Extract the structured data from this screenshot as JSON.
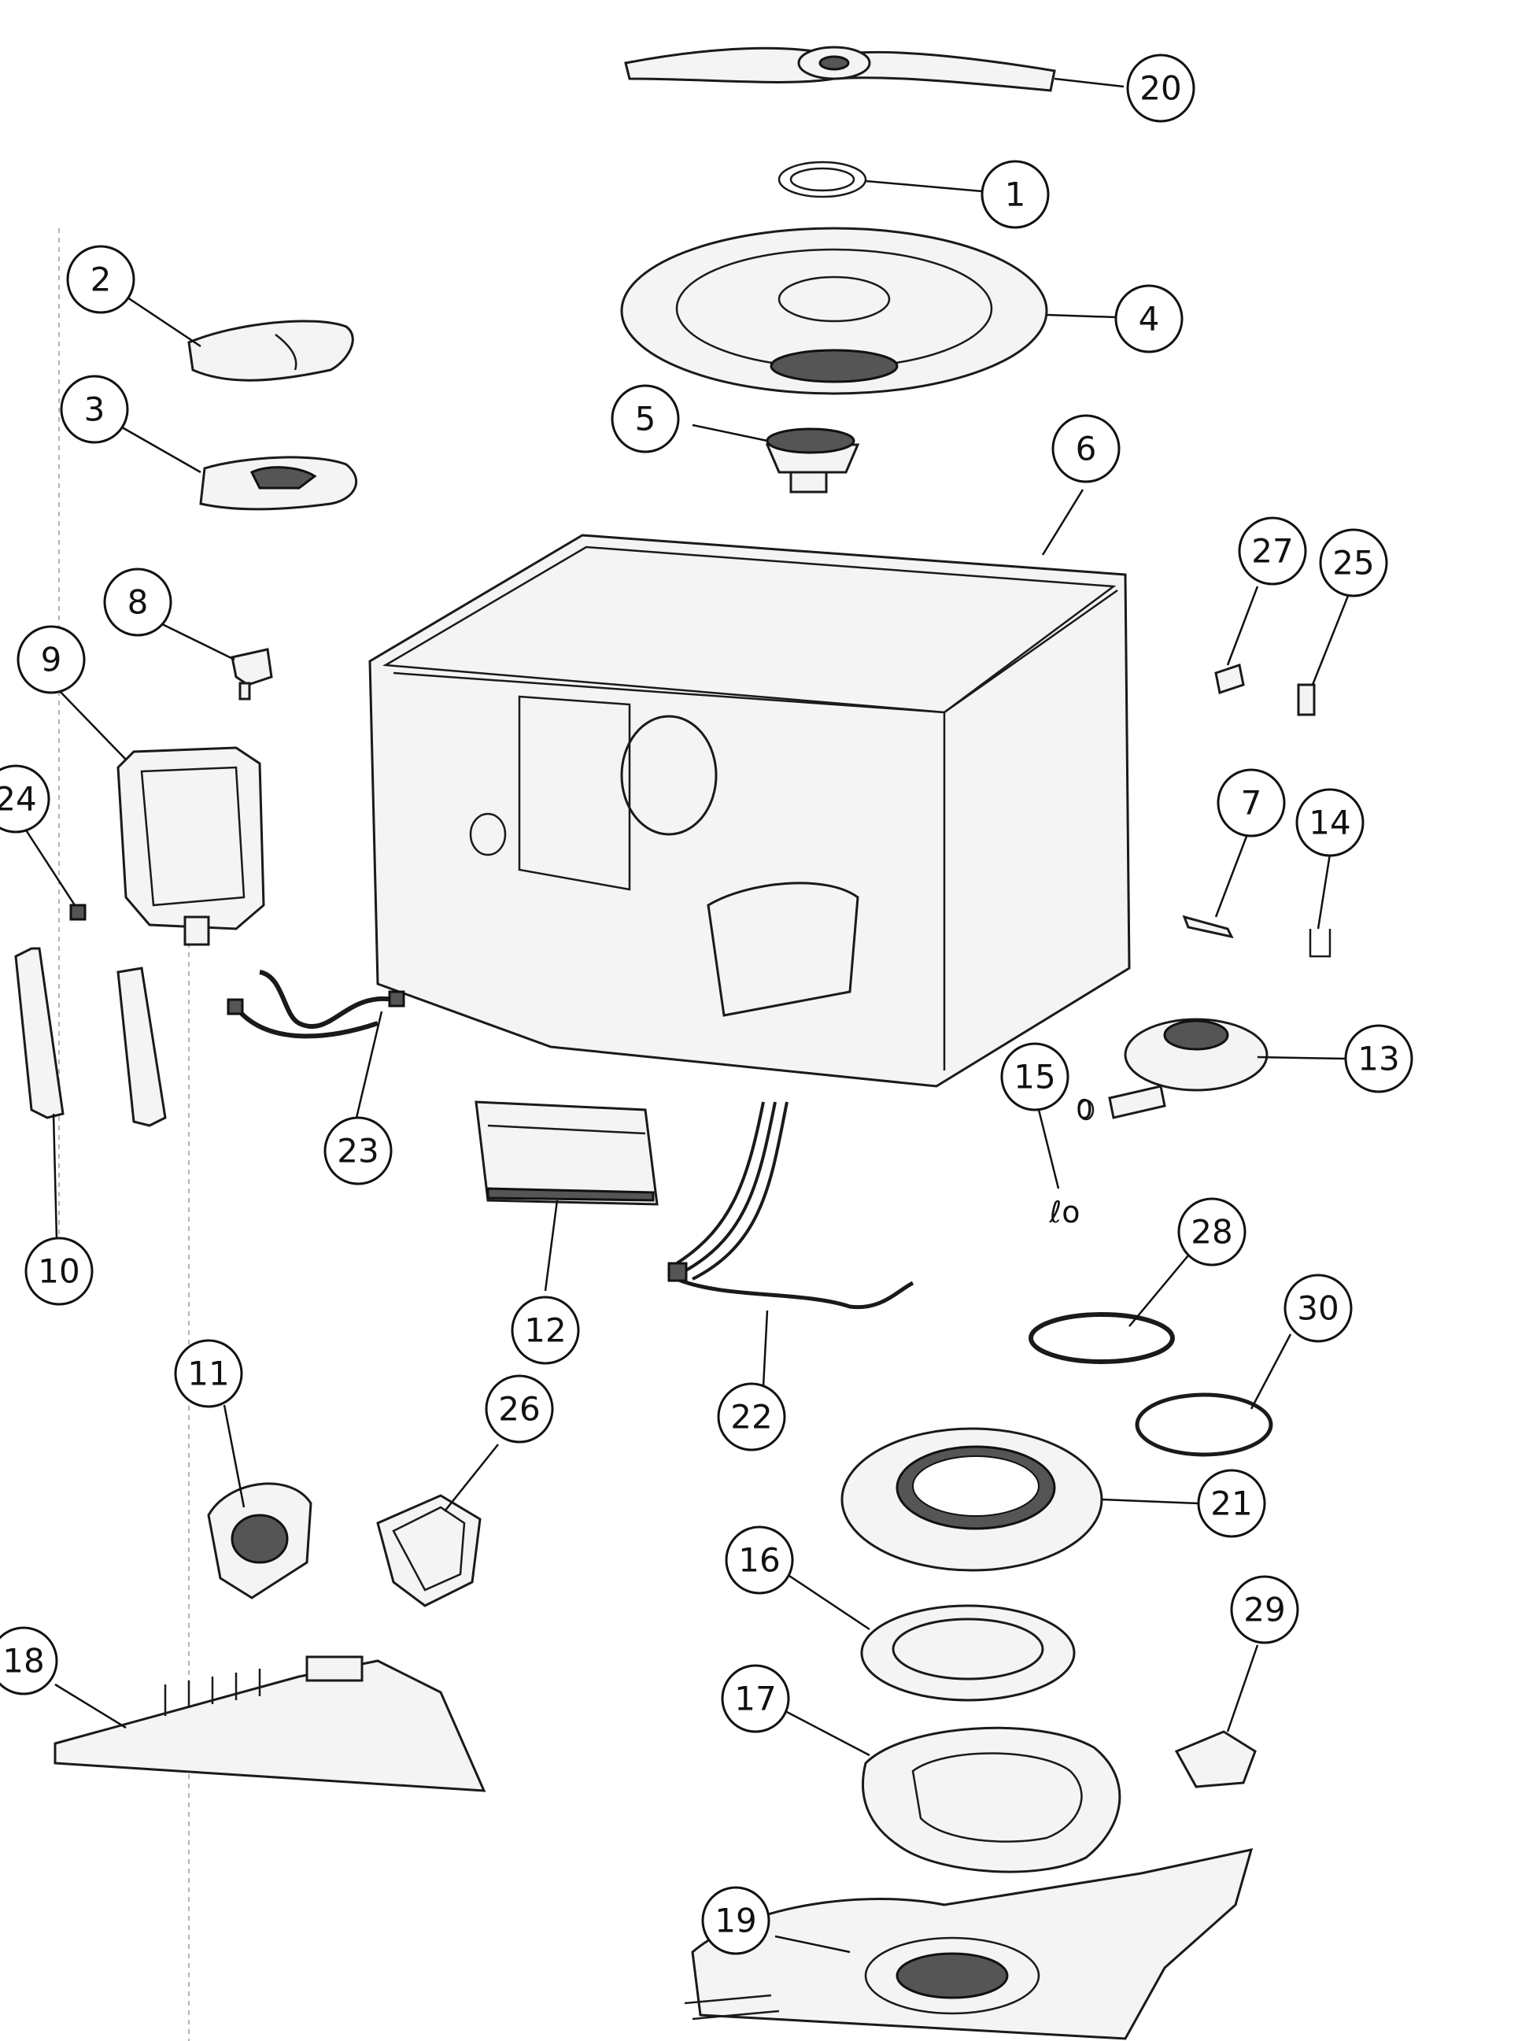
{
  "callouts": [
    {
      "id": "c20",
      "label": "20"
    },
    {
      "id": "c1",
      "label": "1"
    },
    {
      "id": "c2",
      "label": "2"
    },
    {
      "id": "c4",
      "label": "4"
    },
    {
      "id": "c3",
      "label": "3"
    },
    {
      "id": "c5",
      "label": "5"
    },
    {
      "id": "c6",
      "label": "6"
    },
    {
      "id": "c27",
      "label": "27"
    },
    {
      "id": "c25",
      "label": "25"
    },
    {
      "id": "c8",
      "label": "8"
    },
    {
      "id": "c9",
      "label": "9"
    },
    {
      "id": "c7",
      "label": "7"
    },
    {
      "id": "c14",
      "label": "14"
    },
    {
      "id": "c24",
      "label": "24"
    },
    {
      "id": "c13",
      "label": "13"
    },
    {
      "id": "c15",
      "label": "15"
    },
    {
      "id": "c23",
      "label": "23"
    },
    {
      "id": "c28",
      "label": "28"
    },
    {
      "id": "c10",
      "label": "10"
    },
    {
      "id": "c30",
      "label": "30"
    },
    {
      "id": "c12",
      "label": "12"
    },
    {
      "id": "c11",
      "label": "11"
    },
    {
      "id": "c26",
      "label": "26"
    },
    {
      "id": "c22",
      "label": "22"
    },
    {
      "id": "c21",
      "label": "21"
    },
    {
      "id": "c16",
      "label": "16"
    },
    {
      "id": "c29",
      "label": "29"
    },
    {
      "id": "c18",
      "label": "18"
    },
    {
      "id": "c17",
      "label": "17"
    },
    {
      "id": "c19",
      "label": "19"
    }
  ],
  "loose_marks": {
    "part15_oring_mark": "0",
    "part15_screws_mark": "ℓo"
  }
}
